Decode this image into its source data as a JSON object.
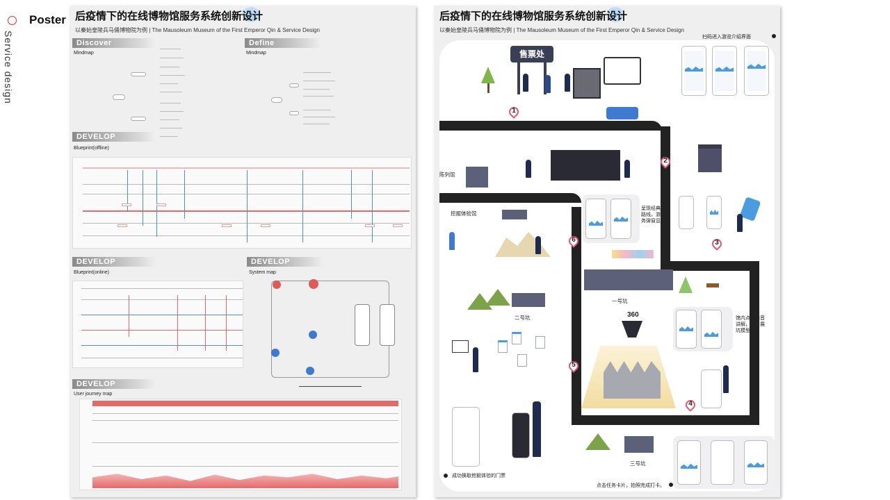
{
  "sidebar": {
    "poster_label": "Poster",
    "vertical_label": "Service design"
  },
  "left_panel": {
    "title": "后疫情下的在线博物馆服务系统创新设计",
    "subtitle": "以秦始皇陵兵马俑博物院为例 | The Mausoleum Museum of the First Emperor Qin & Service Design",
    "sections": {
      "discover": {
        "label": "Discover",
        "caption": "Mindmap"
      },
      "define": {
        "label": "Define",
        "caption": "Mindmap"
      },
      "develop1": {
        "label": "DEVELOP",
        "caption": "Blueprint(offline)"
      },
      "develop2": {
        "label": "DEVELOP",
        "caption": "Blueprint(online)"
      },
      "develop3": {
        "label": "DEVELOP",
        "caption": "System map"
      },
      "develop4": {
        "label": "DEVELOP",
        "caption": "User journey map"
      }
    }
  },
  "right_panel": {
    "title": "后疫情下的在线博物馆服务系统创新设计",
    "subtitle": "以秦始皇陵兵马俑博物院为例 | The Mausoleum Museum of the First Emperor Qin & Service Design",
    "top_note": "扫码进入游览介绍界面",
    "ticket_sign": "售票处",
    "labels": {
      "exhibition_hall": "陈列馆",
      "excavation_hall": "挖掘体验馆",
      "pit1": "一号坑",
      "pit2": "二号坑",
      "pit3": "三号坑",
      "vr": "360"
    },
    "notes": {
      "route_note": "呈现经典游览路线，游戏任务弹窗显示。",
      "guide_note": "馆内点击语音讲解，查看展坑模型。",
      "ticket_note": "成功换取挖掘体验的门票",
      "task_note": "点击任务卡片，拍照完成打卡。"
    },
    "pins": [
      "1",
      "2",
      "3",
      "4",
      "5",
      "6"
    ],
    "colors": {
      "road": "#222222",
      "pin": "#e05a78",
      "accent_blue": "#4a9be0",
      "building": "#5c6078",
      "tree": "#7fb54a"
    }
  }
}
